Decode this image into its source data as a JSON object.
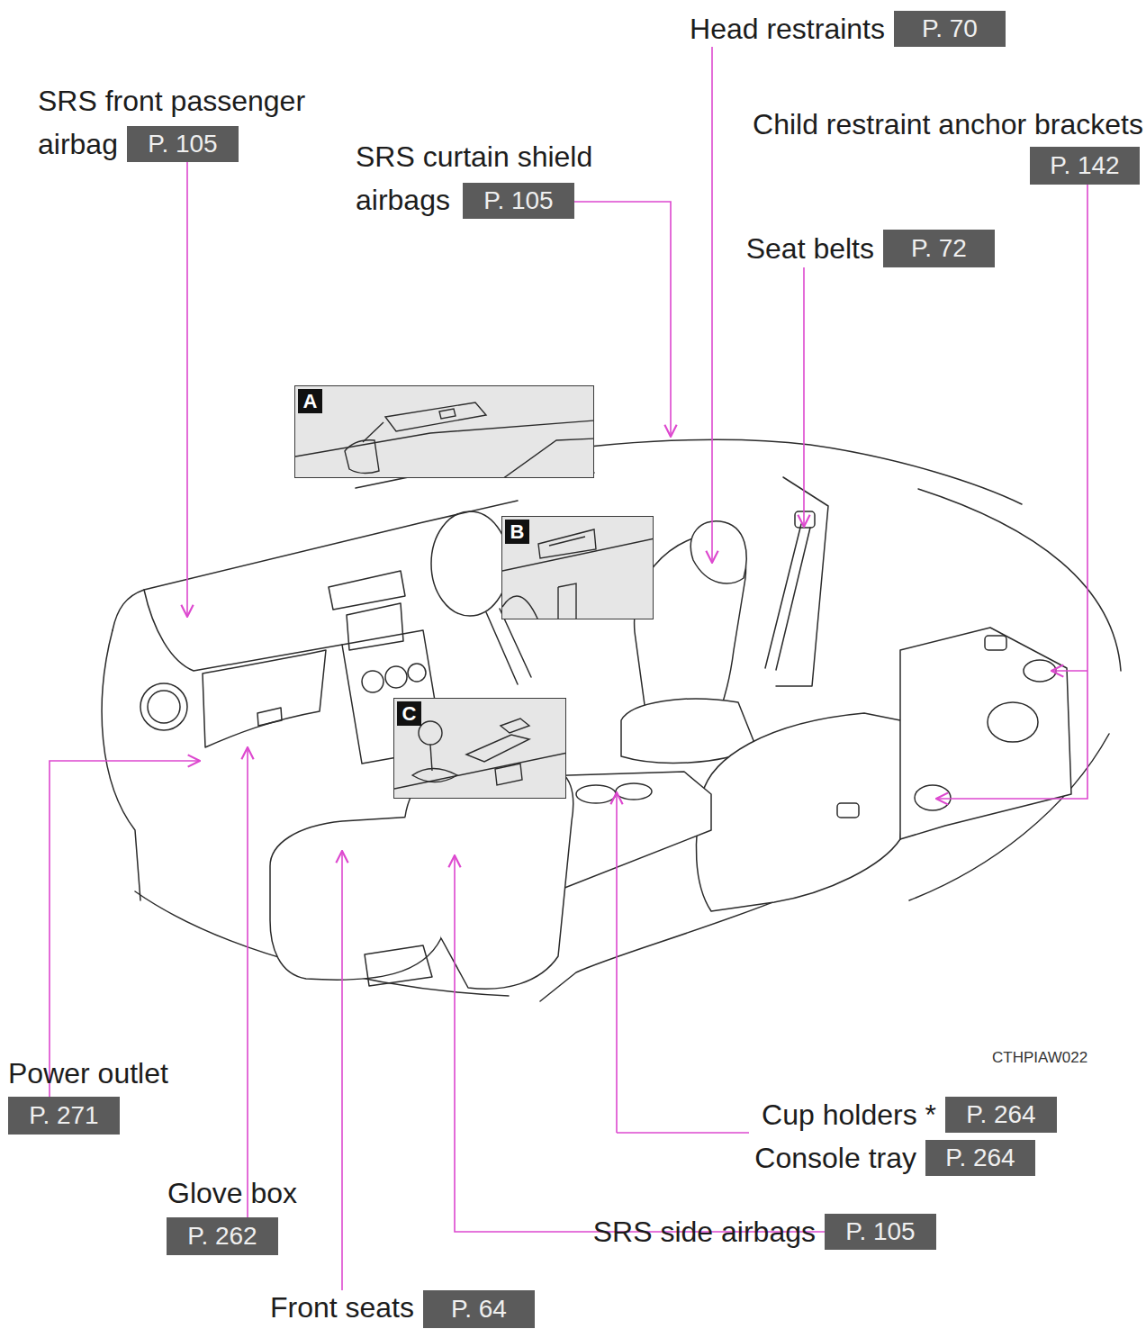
{
  "diagram": {
    "nodes": [
      {
        "text": [
          "Head restraints",
          "P. 70"
        ]
      },
      {
        "text": [
          "SRS front passenger airbag",
          "P. 105"
        ]
      },
      {
        "text": [
          "Child restraint anchor brackets",
          "P. 142"
        ]
      },
      {
        "text": [
          "SRS curtain shield airbags",
          "P. 105"
        ]
      },
      {
        "text": [
          "Seat belts",
          "P. 72"
        ]
      },
      {
        "text": [
          "A"
        ]
      },
      {
        "text": [
          "B"
        ]
      },
      {
        "text": [
          "C"
        ]
      },
      {
        "text": [
          "Power outlet",
          "P. 271"
        ]
      },
      {
        "text": [
          "Cup holders *",
          "P. 264"
        ]
      },
      {
        "text": [
          "Console tray",
          "P. 264"
        ]
      },
      {
        "text": [
          "Glove box",
          "P. 262"
        ]
      },
      {
        "text": [
          "SRS side airbags",
          "P. 105"
        ]
      },
      {
        "text": [
          "Front seats",
          "P. 64"
        ]
      }
    ],
    "labels": [
      "CTHPIAW022"
    ]
  }
}
